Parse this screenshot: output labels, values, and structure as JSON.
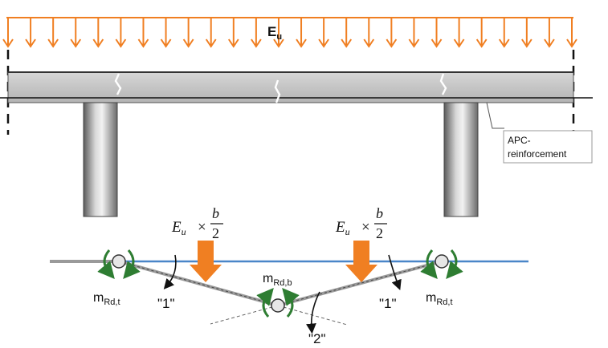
{
  "load": {
    "symbol": "E",
    "subscript": "u",
    "arrow_color": "#f07f22"
  },
  "callout": {
    "line1": "APC-",
    "line2": "reinforcement"
  },
  "mechanism": {
    "load_left": {
      "e": "E",
      "sub": "u",
      "times": "×",
      "num": "b",
      "den": "2"
    },
    "load_right": {
      "e": "E",
      "sub": "u",
      "times": "×",
      "num": "b",
      "den": "2"
    },
    "moment_top_left": {
      "m": "m",
      "sub": "Rd,t"
    },
    "moment_top_right": {
      "m": "m",
      "sub": "Rd,t"
    },
    "moment_bottom": {
      "m": "m",
      "sub": "Rd,b"
    },
    "rotation_left": "\"1\"",
    "rotation_right": "\"1\"",
    "rotation_mid": "\"2\""
  },
  "colors": {
    "beam_fill": "#c9c9c9",
    "beam_edge": "#555555",
    "load_arrow": "#f07f22",
    "point_load": "#f07f22",
    "blue_line": "#4a86c8",
    "moment_arrow": "#2e7d32"
  }
}
